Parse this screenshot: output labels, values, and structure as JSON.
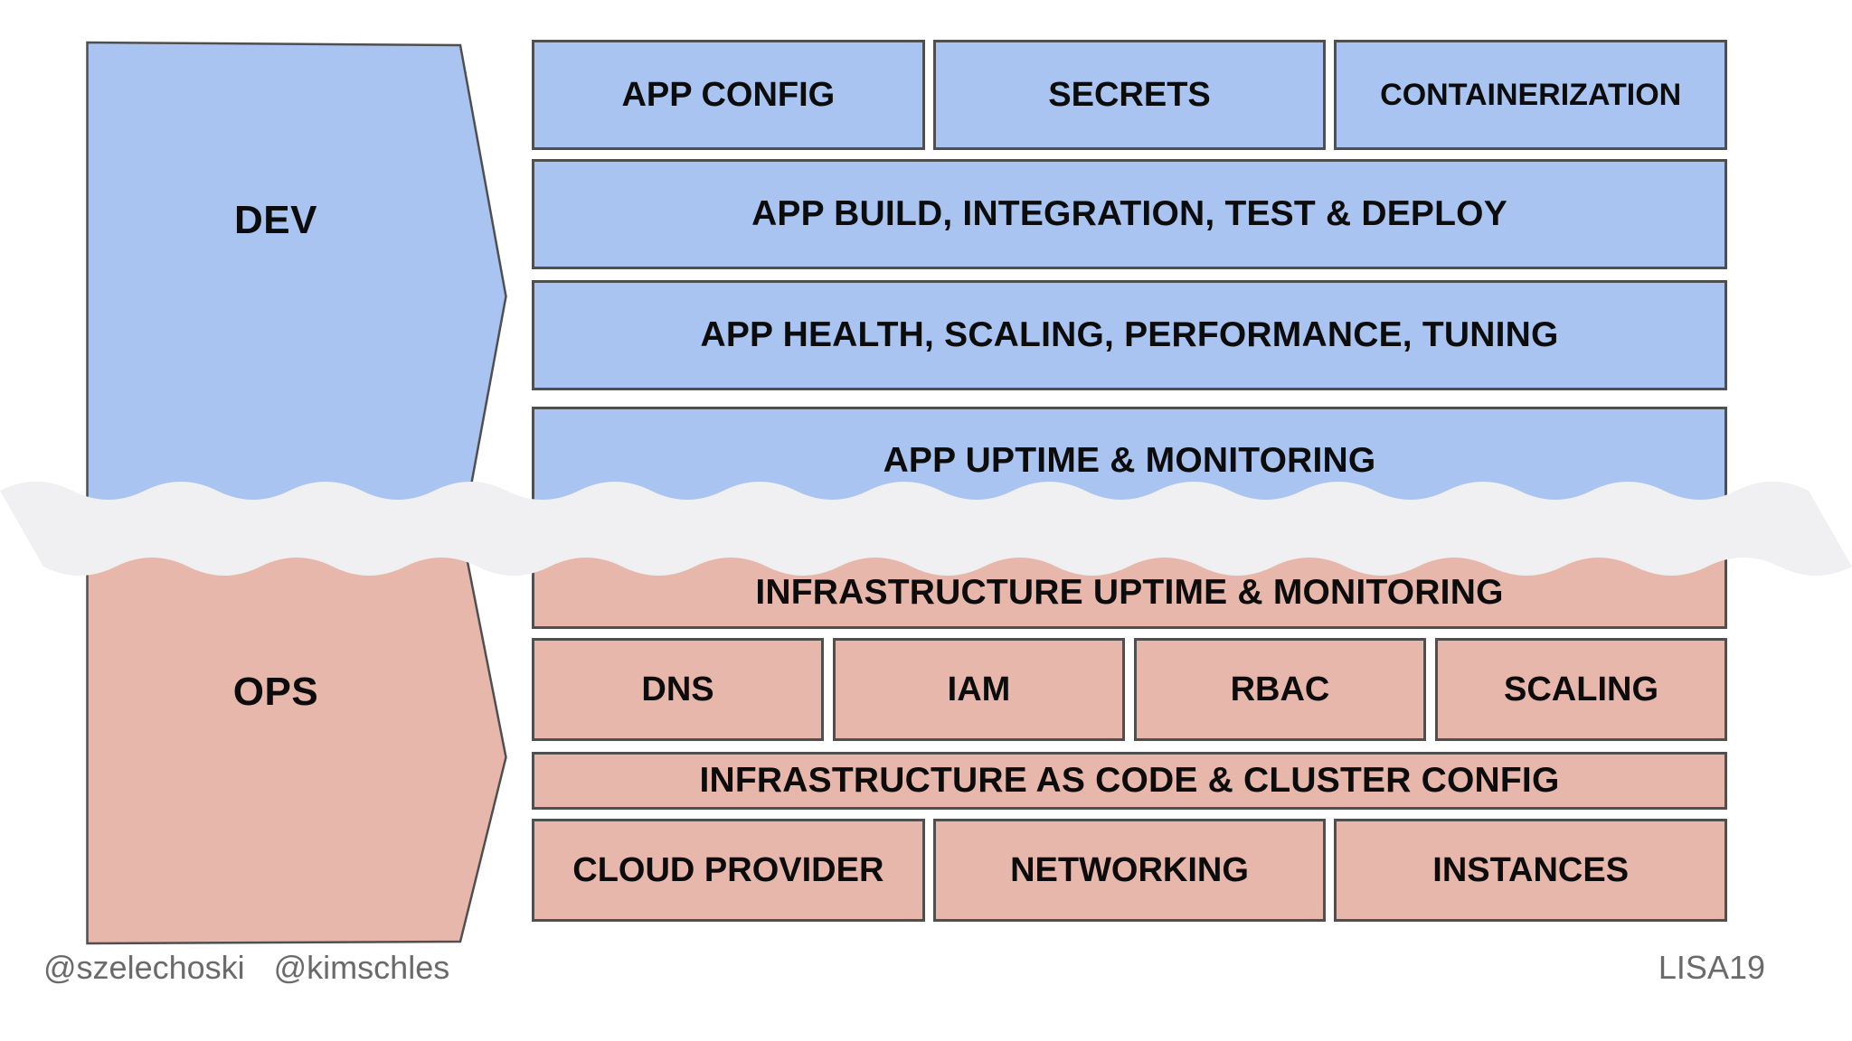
{
  "colors": {
    "dev_fill": "#a9c4f1",
    "ops_fill": "#e8b7ac",
    "border": "#4f4f4f",
    "tear_fill": "#f0eff1",
    "muted": "#6a6a6a"
  },
  "dev_section": {
    "arrow_label": "DEV",
    "top_boxes": [
      "APP CONFIG",
      "SECRETS",
      "CONTAINERIZATION"
    ],
    "row_build": "APP BUILD, INTEGRATION, TEST & DEPLOY",
    "row_health": "APP HEALTH, SCALING, PERFORMANCE, TUNING",
    "row_uptime": "APP UPTIME & MONITORING"
  },
  "ops_section": {
    "arrow_label": "OPS",
    "row_uptime": "INFRASTRUCTURE UPTIME & MONITORING",
    "mid_boxes": [
      "DNS",
      "IAM",
      "RBAC",
      "SCALING"
    ],
    "row_iac": "INFRASTRUCTURE AS CODE & CLUSTER CONFIG",
    "bottom_boxes": [
      "CLOUD PROVIDER",
      "NETWORKING",
      "INSTANCES"
    ]
  },
  "footer": {
    "credit_1": "@szelechoski",
    "credit_2": "@kimschles",
    "event": "LISA19"
  }
}
